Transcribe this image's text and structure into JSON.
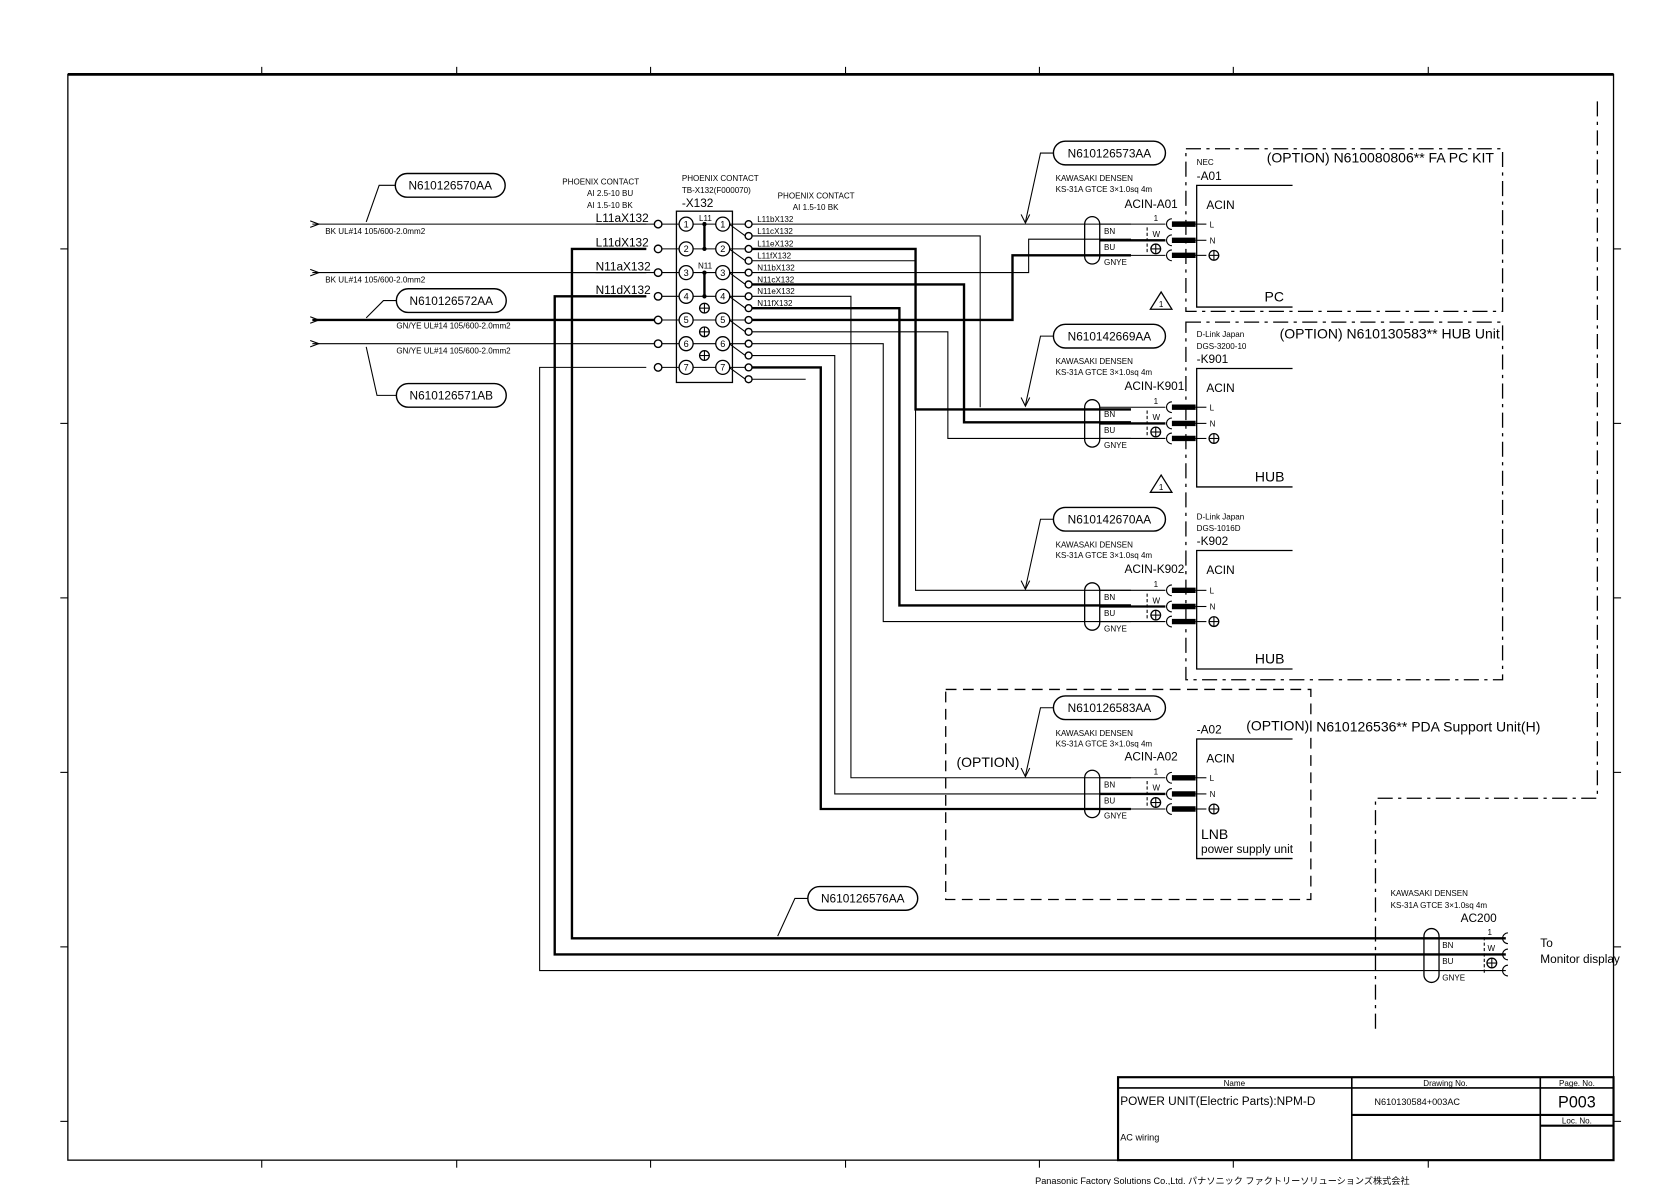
{
  "drawing": {
    "title_block": {
      "name_header": "Name",
      "drawing_no_header": "Drawing No.",
      "page_no_header": "Page. No.",
      "loc_no_header": "Loc. No.",
      "name": "POWER UNIT(Electric Parts):NPM-D",
      "subtitle": "AC wiring",
      "drawing_no": "N610130584+003AC",
      "page_no": "P003",
      "loc_no": ""
    },
    "company": "Panasonic Factory Solutions Co.,Ltd. パナソニック ファクトリーソリューションズ株式会社"
  },
  "inputs": {
    "tags": [
      "N610126570AA",
      "N610126572AA",
      "N610126571AB"
    ],
    "wire_labels": [
      "BK  UL#14 105/600-2.0mm2",
      "BK  UL#14 105/600-2.0mm2",
      "GN/YE   UL#14 105/600-2.0mm2",
      "GN/YE   UL#14 105/600-2.0mm2"
    ]
  },
  "terminal_block": {
    "left_header": [
      "PHOENIX CONTACT",
      "AI 2.5-10 BU",
      "AI 1.5-10 BK"
    ],
    "center_header": [
      "PHOENIX CONTACT",
      "TB-X132(F000070)"
    ],
    "designator": "-X132",
    "right_header": [
      "PHOENIX CONTACT",
      "AI 1.5-10 BK"
    ],
    "left_wires": [
      "L11aX132",
      "L11dX132",
      "N11aX132",
      "N11dX132"
    ],
    "right_wires": [
      "L11bX132",
      "L11cX132",
      "L11eX132",
      "L11fX132",
      "N11bX132",
      "N11cX132",
      "N11eX132",
      "N11fX132"
    ],
    "bus_labels": [
      "L11",
      "N11"
    ],
    "pins": [
      "1",
      "2",
      "3",
      "4",
      "5",
      "6",
      "7"
    ]
  },
  "cable_spec": {
    "maker": "KAWASAKI DENSEN",
    "model": "KS-31A GTCE 3×1.0sq  4m",
    "cores": [
      "BN",
      "BU",
      "GNYE"
    ],
    "pin_one": "1",
    "shield": "W"
  },
  "outlets": [
    {
      "tag": "N610126573AA",
      "connector": "ACIN-A01",
      "unit_vendor": "NEC",
      "unit_model": "",
      "designator": "-A01",
      "inlet": "ACIN",
      "unit_name": "PC",
      "option_title": "(OPTION) N610080806** FA PC KIT",
      "warning": false
    },
    {
      "tag": "N610142669AA",
      "connector": "ACIN-K901",
      "unit_vendor": "D-Link Japan",
      "unit_model": "DGS-3200-10",
      "designator": "-K901",
      "inlet": "ACIN",
      "unit_name": "HUB",
      "option_title": "(OPTION) N610130583** HUB Unit",
      "warning": true,
      "warning_rev": "1"
    },
    {
      "tag": "N610142670AA",
      "connector": "ACIN-K902",
      "unit_vendor": "D-Link Japan",
      "unit_model": "DGS-1016D",
      "designator": "-K902",
      "inlet": "ACIN",
      "unit_name": "HUB",
      "option_title": "",
      "warning": true,
      "warning_rev": "1"
    },
    {
      "tag": "N610126583AA",
      "connector": "ACIN-A02",
      "unit_vendor": "",
      "unit_model": "",
      "designator": "-A02",
      "inlet": "ACIN",
      "unit_name": "LNB",
      "unit_name2": "power supply unit",
      "option_title": "(OPTION)",
      "option_outer": "(OPTION)",
      "option_side": "N610126536** PDA Support Unit(H)",
      "warning": false
    }
  ],
  "inlet_pins": [
    "L",
    "N"
  ],
  "monitor": {
    "tag": "N610126576AA",
    "connector": "AC200",
    "dest_line1": "To",
    "dest_line2": "Monitor display"
  }
}
